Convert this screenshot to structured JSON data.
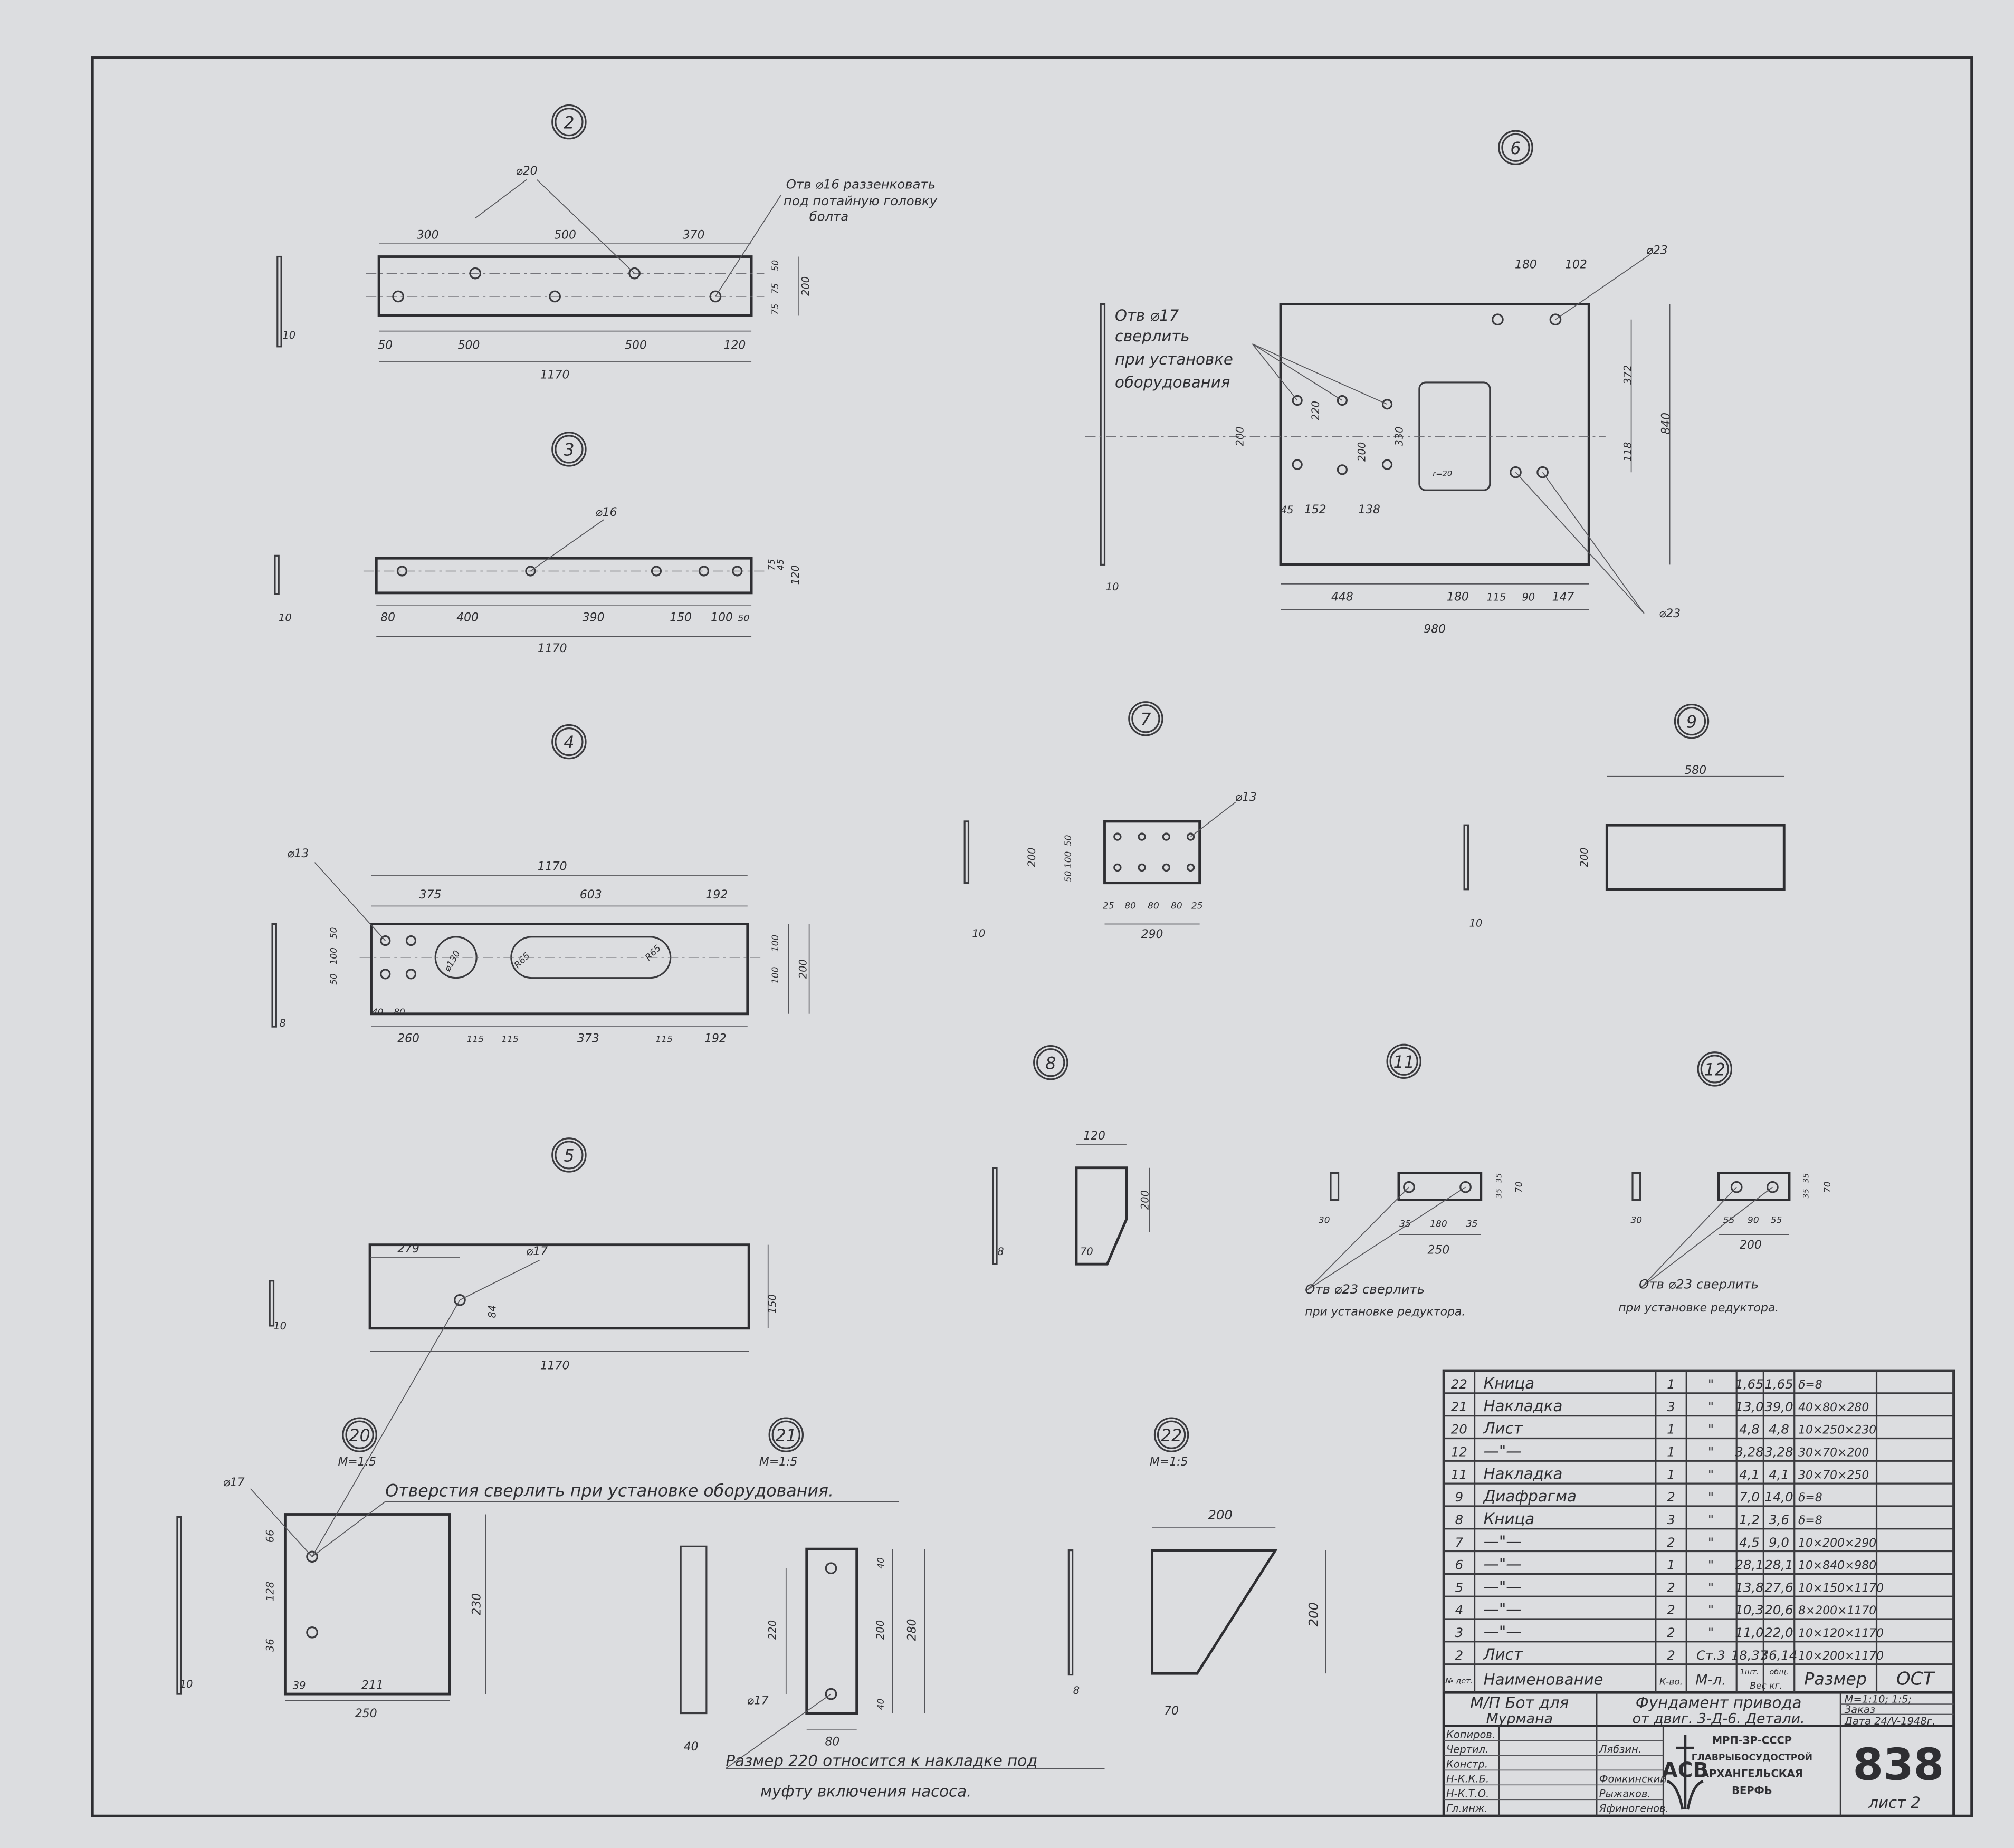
{
  "colors": {
    "paper": "#dcdde0",
    "ink": "#2e2e32"
  },
  "parts": {
    "p2": {
      "label": "2",
      "hole": "⌀20",
      "dims": [
        "300",
        "500",
        "370",
        "50",
        "500",
        "500",
        "120",
        "1170",
        "50",
        "75",
        "75",
        "200",
        "10"
      ],
      "note": [
        "Отв ⌀16 раззенковать",
        "под потайную головку",
        "болта"
      ]
    },
    "p3": {
      "label": "3",
      "hole": "⌀16",
      "dims": [
        "80",
        "400",
        "390",
        "150",
        "100",
        "50",
        "1170",
        "75",
        "45",
        "120",
        "10"
      ]
    },
    "p4": {
      "label": "4",
      "hole": "⌀13",
      "dims": [
        "1170",
        "375",
        "603",
        "192",
        "260",
        "115",
        "115",
        "373",
        "115",
        "192",
        "50",
        "100",
        "50",
        "40",
        "80",
        "100",
        "100",
        "200",
        "8",
        "⌀130",
        "R65",
        "R65"
      ]
    },
    "p5": {
      "label": "5",
      "hole": "⌀17",
      "dims": [
        "279",
        "1170",
        "150",
        "84",
        "10"
      ]
    },
    "p6": {
      "label": "6",
      "hole": "⌀23",
      "hole2": "⌀23",
      "dims": [
        "180",
        "102",
        "372",
        "840",
        "118",
        "220",
        "200",
        "330",
        "200",
        "45",
        "152",
        "138",
        "r=20",
        "448",
        "180",
        "115",
        "90",
        "147",
        "980",
        "10"
      ],
      "note": [
        "Отв ⌀17",
        "сверлить",
        "при установке",
        "оборудования"
      ]
    },
    "p7": {
      "label": "7",
      "hole": "⌀13",
      "dims": [
        "200",
        "50",
        "100",
        "50",
        "25",
        "80",
        "80",
        "80",
        "25",
        "290",
        "10"
      ]
    },
    "p8": {
      "label": "8",
      "dims": [
        "120",
        "200",
        "70",
        "8"
      ]
    },
    "p9": {
      "label": "9",
      "dims": [
        "580",
        "200",
        "10"
      ]
    },
    "p11": {
      "label": "11",
      "dims": [
        "35",
        "180",
        "35",
        "250",
        "35",
        "35",
        "70",
        "30"
      ],
      "note": [
        "Отв ⌀23 сверлить",
        "при установке редуктора."
      ]
    },
    "p12": {
      "label": "12",
      "dims": [
        "55",
        "90",
        "55",
        "200",
        "35",
        "35",
        "70",
        "30"
      ],
      "note": [
        "Отв ⌀23 сверлить",
        "при установке редуктора."
      ]
    },
    "p20": {
      "label": "20",
      "scale": "М=1:5",
      "hole": "⌀17",
      "dims": [
        "66",
        "128",
        "36",
        "230",
        "39",
        "211",
        "250",
        "10"
      ],
      "note": "Отверстия сверлить при установке оборудования."
    },
    "p21": {
      "label": "21",
      "scale": "М=1:5",
      "hole": "⌀17",
      "dims": [
        "40",
        "80",
        "220",
        "200",
        "280",
        "40",
        "40"
      ],
      "note": [
        "Размер 220 относится к накладке под",
        "муфту включения насоса."
      ]
    },
    "p22": {
      "label": "22",
      "scale": "М=1:5",
      "dims": [
        "200",
        "200",
        "70",
        "8"
      ]
    }
  },
  "bom": {
    "rows": [
      [
        "22",
        "Кница",
        "1",
        "\"",
        "1,65",
        "1,65",
        "δ=8"
      ],
      [
        "21",
        "Накладка",
        "3",
        "\"",
        "13,0",
        "39,0",
        "40×80×280"
      ],
      [
        "20",
        "Лист",
        "1",
        "\"",
        "4,8",
        "4,8",
        "10×250×230"
      ],
      [
        "12",
        "—\"—",
        "1",
        "\"",
        "3,28",
        "3,28",
        "30×70×200"
      ],
      [
        "11",
        "Накладка",
        "1",
        "\"",
        "4,1",
        "4,1",
        "30×70×250"
      ],
      [
        "9",
        "Диафрагма",
        "2",
        "\"",
        "7,0",
        "14,0",
        "δ=8"
      ],
      [
        "8",
        "Кница",
        "3",
        "\"",
        "1,2",
        "3,6",
        "δ=8"
      ],
      [
        "7",
        "—\"—",
        "2",
        "\"",
        "4,5",
        "9,0",
        "10×200×290"
      ],
      [
        "6",
        "—\"—",
        "1",
        "\"",
        "28,1",
        "28,1",
        "10×840×980"
      ],
      [
        "5",
        "—\"—",
        "2",
        "\"",
        "13,8",
        "27,6",
        "10×150×1170"
      ],
      [
        "4",
        "—\"—",
        "2",
        "\"",
        "10,3",
        "20,6",
        "8×200×1170"
      ],
      [
        "3",
        "—\"—",
        "2",
        "\"",
        "11,0",
        "22,0",
        "10×120×1170"
      ],
      [
        "2",
        "Лист",
        "2",
        "Ст.3",
        "18,37",
        "36,14",
        "10×200×1170"
      ]
    ],
    "header": {
      "no": "№ дет.",
      "name": "Наименование",
      "qty": "К-во.",
      "material": "М-л.",
      "w_each": "1шт.",
      "w_total": "общ.",
      "weight": "Вес кг.",
      "size": "Размер",
      "standard": "ОСТ"
    }
  },
  "title_block": {
    "vessel": [
      "М/П Бот для",
      "Мурмана"
    ],
    "title": [
      "Фундамент привода",
      "от двиг. 3-Д-6. Детали."
    ],
    "scale": "М=1:10; 1:5;",
    "order": "Заказ",
    "date": "Дата 24/V-1948г.",
    "roles": [
      "Копиров.",
      "Чертил.",
      "Констр.",
      "Н-К.К.Б.",
      "Н-К.Т.О.",
      "Гл.инж."
    ],
    "names": [
      "",
      "Лябзин.",
      "",
      "Фомкинский.",
      "Рыжаков.",
      "Яфиногенов."
    ],
    "org": [
      "МРП-ЗР-СССР",
      "ГЛАВРЫБОСУДОСТРОЙ",
      "АРХАНГЕЛЬСКАЯ",
      "ВЕРФЬ"
    ],
    "logo": "АСВ",
    "drawing_no": "838",
    "sheet": "лист 2"
  }
}
